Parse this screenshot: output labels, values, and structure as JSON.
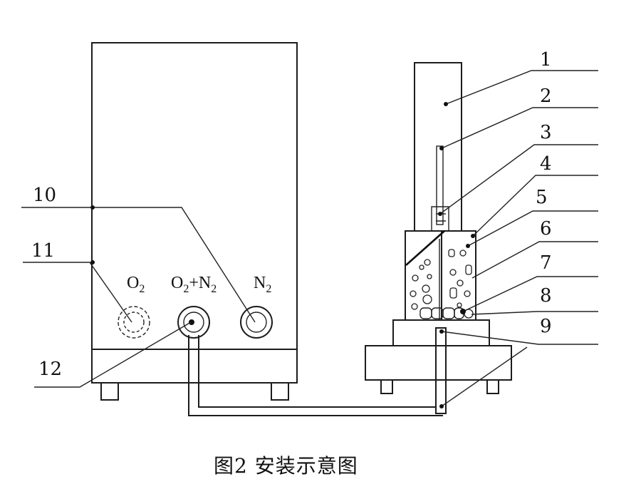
{
  "figure": {
    "caption": "图2  安装示意图"
  },
  "gas_ports": {
    "o2": {
      "base": "O",
      "sub": "2"
    },
    "mix": {
      "base1": "O",
      "sub1": "2",
      "plus": "+N",
      "sub2": "2"
    },
    "n2": {
      "base": "N",
      "sub": "2"
    }
  },
  "callouts": [
    {
      "id": "1",
      "label": "1"
    },
    {
      "id": "2",
      "label": "2"
    },
    {
      "id": "3",
      "label": "3"
    },
    {
      "id": "4",
      "label": "4"
    },
    {
      "id": "5",
      "label": "5"
    },
    {
      "id": "6",
      "label": "6"
    },
    {
      "id": "7",
      "label": "7"
    },
    {
      "id": "8",
      "label": "8"
    },
    {
      "id": "9",
      "label": "9"
    },
    {
      "id": "10",
      "label": "10"
    },
    {
      "id": "11",
      "label": "11"
    },
    {
      "id": "12",
      "label": "12"
    }
  ]
}
